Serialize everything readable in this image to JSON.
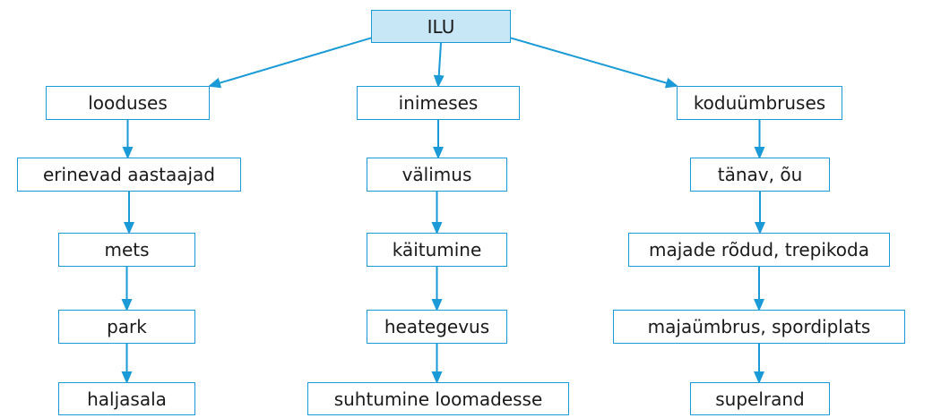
{
  "colors": {
    "line": "#1a9ad6",
    "root_fill": "#c7e6f6",
    "box_fill": "#ffffff",
    "text": "#1a1a1a"
  },
  "root": "ILU",
  "branches": [
    {
      "label": "looduses",
      "items": [
        "erinevad aastaajad",
        "mets",
        "park",
        "haljasala"
      ]
    },
    {
      "label": "inimeses",
      "items": [
        "välimus",
        "käitumine",
        "heategevus",
        "suhtumine loomadesse"
      ]
    },
    {
      "label": "koduümbruses",
      "items": [
        "tänav, õu",
        "majade rõdud, trepikoda",
        "majaümbrus, spordiplats",
        "supelrand"
      ]
    }
  ],
  "edges": [
    [
      "root",
      "b0"
    ],
    [
      "root",
      "b1"
    ],
    [
      "root",
      "b2"
    ],
    [
      "b0",
      "b0-0"
    ],
    [
      "b0-0",
      "b0-1"
    ],
    [
      "b0-1",
      "b0-2"
    ],
    [
      "b0-2",
      "b0-3"
    ],
    [
      "b1",
      "b1-0"
    ],
    [
      "b1-0",
      "b1-1"
    ],
    [
      "b1-1",
      "b1-2"
    ],
    [
      "b1-2",
      "b1-3"
    ],
    [
      "b2",
      "b2-0"
    ],
    [
      "b2-0",
      "b2-1"
    ],
    [
      "b2-1",
      "b2-2"
    ],
    [
      "b2-2",
      "b2-3"
    ]
  ]
}
